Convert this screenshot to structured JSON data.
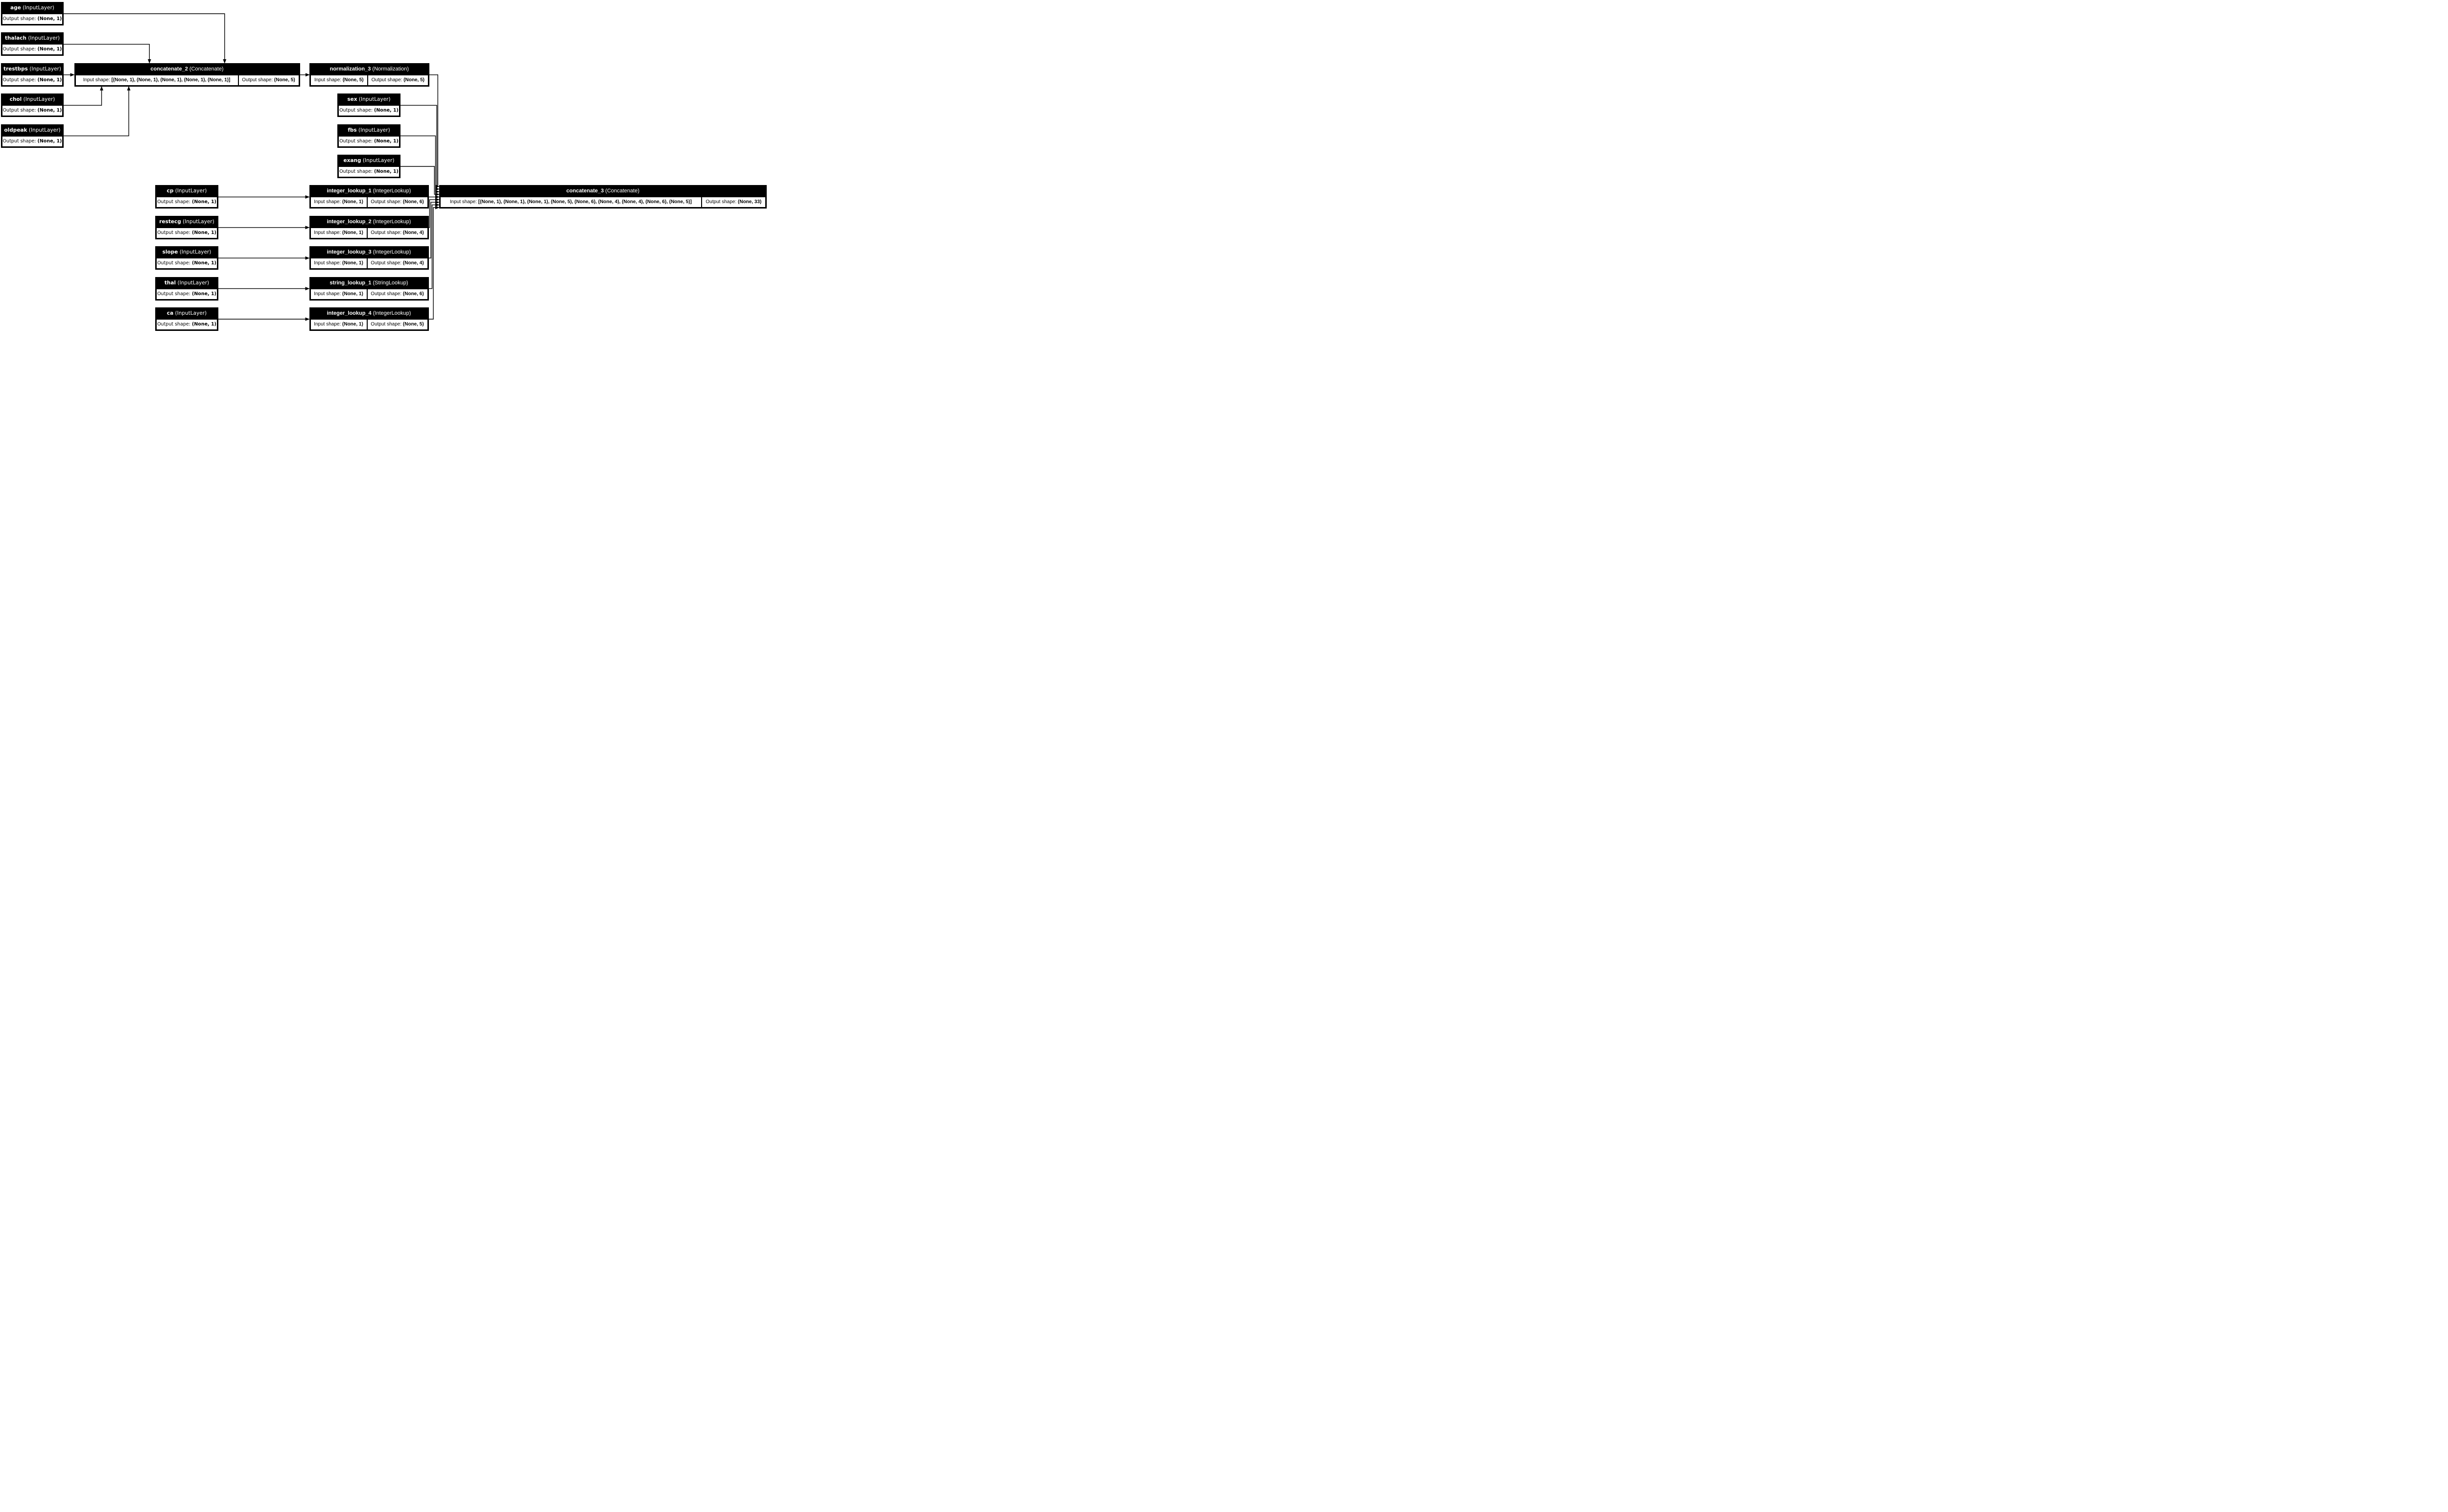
{
  "diagram": {
    "kind": "keras-model-architecture-graph",
    "colors": {
      "background": "#ffffff",
      "node_header_fill": "#000000",
      "node_header_text": "#ffffff",
      "node_body_fill": "#ffffff",
      "node_body_text": "#000000",
      "edge": "#000000"
    },
    "labels": {
      "input_shape": "Input shape:",
      "output_shape": "Output shape:"
    },
    "nodes": [
      {
        "id": "age",
        "name": "age",
        "type": "(InputLayer)",
        "output_shape": "(None, 1)"
      },
      {
        "id": "thalach",
        "name": "thalach",
        "type": "(InputLayer)",
        "output_shape": "(None, 1)"
      },
      {
        "id": "trestbps",
        "name": "trestbps",
        "type": "(InputLayer)",
        "output_shape": "(None, 1)"
      },
      {
        "id": "chol",
        "name": "chol",
        "type": "(InputLayer)",
        "output_shape": "(None, 1)"
      },
      {
        "id": "oldpeak",
        "name": "oldpeak",
        "type": "(InputLayer)",
        "output_shape": "(None, 1)"
      },
      {
        "id": "concatenate_2",
        "name": "concatenate_2",
        "type": "(Concatenate)",
        "input_shape": "[(None, 1), (None, 1), (None, 1), (None, 1), (None, 1)]",
        "output_shape": "(None, 5)"
      },
      {
        "id": "normalization_3",
        "name": "normalization_3",
        "type": "(Normalization)",
        "input_shape": "(None, 5)",
        "output_shape": "(None, 5)"
      },
      {
        "id": "sex",
        "name": "sex",
        "type": "(InputLayer)",
        "output_shape": "(None, 1)"
      },
      {
        "id": "fbs",
        "name": "fbs",
        "type": "(InputLayer)",
        "output_shape": "(None, 1)"
      },
      {
        "id": "exang",
        "name": "exang",
        "type": "(InputLayer)",
        "output_shape": "(None, 1)"
      },
      {
        "id": "cp",
        "name": "cp",
        "type": "(InputLayer)",
        "output_shape": "(None, 1)"
      },
      {
        "id": "restecg",
        "name": "restecg",
        "type": "(InputLayer)",
        "output_shape": "(None, 1)"
      },
      {
        "id": "slope",
        "name": "slope",
        "type": "(InputLayer)",
        "output_shape": "(None, 1)"
      },
      {
        "id": "thal",
        "name": "thal",
        "type": "(InputLayer)",
        "output_shape": "(None, 1)"
      },
      {
        "id": "ca",
        "name": "ca",
        "type": "(InputLayer)",
        "output_shape": "(None, 1)"
      },
      {
        "id": "integer_lookup_1",
        "name": "integer_lookup_1",
        "type": "(IntegerLookup)",
        "input_shape": "(None, 1)",
        "output_shape": "(None, 6)"
      },
      {
        "id": "integer_lookup_2",
        "name": "integer_lookup_2",
        "type": "(IntegerLookup)",
        "input_shape": "(None, 1)",
        "output_shape": "(None, 4)"
      },
      {
        "id": "integer_lookup_3",
        "name": "integer_lookup_3",
        "type": "(IntegerLookup)",
        "input_shape": "(None, 1)",
        "output_shape": "(None, 4)"
      },
      {
        "id": "string_lookup_1",
        "name": "string_lookup_1",
        "type": "(StringLookup)",
        "input_shape": "(None, 1)",
        "output_shape": "(None, 6)"
      },
      {
        "id": "integer_lookup_4",
        "name": "integer_lookup_4",
        "type": "(IntegerLookup)",
        "input_shape": "(None, 1)",
        "output_shape": "(None, 5)"
      },
      {
        "id": "concatenate_3",
        "name": "concatenate_3",
        "type": "(Concatenate)",
        "input_shape": "[(None, 1), (None, 1), (None, 1), (None, 5), (None, 6), (None, 4), (None, 4), (None, 6), (None, 5)]",
        "output_shape": "(None, 33)"
      }
    ],
    "edges": [
      {
        "from": "age",
        "to": "concatenate_2"
      },
      {
        "from": "thalach",
        "to": "concatenate_2"
      },
      {
        "from": "trestbps",
        "to": "concatenate_2"
      },
      {
        "from": "chol",
        "to": "concatenate_2"
      },
      {
        "from": "oldpeak",
        "to": "concatenate_2"
      },
      {
        "from": "concatenate_2",
        "to": "normalization_3"
      },
      {
        "from": "normalization_3",
        "to": "concatenate_3"
      },
      {
        "from": "sex",
        "to": "concatenate_3"
      },
      {
        "from": "fbs",
        "to": "concatenate_3"
      },
      {
        "from": "exang",
        "to": "concatenate_3"
      },
      {
        "from": "cp",
        "to": "integer_lookup_1"
      },
      {
        "from": "restecg",
        "to": "integer_lookup_2"
      },
      {
        "from": "slope",
        "to": "integer_lookup_3"
      },
      {
        "from": "thal",
        "to": "string_lookup_1"
      },
      {
        "from": "ca",
        "to": "integer_lookup_4"
      },
      {
        "from": "integer_lookup_1",
        "to": "concatenate_3"
      },
      {
        "from": "integer_lookup_2",
        "to": "concatenate_3"
      },
      {
        "from": "integer_lookup_3",
        "to": "concatenate_3"
      },
      {
        "from": "string_lookup_1",
        "to": "concatenate_3"
      },
      {
        "from": "integer_lookup_4",
        "to": "concatenate_3"
      }
    ]
  }
}
